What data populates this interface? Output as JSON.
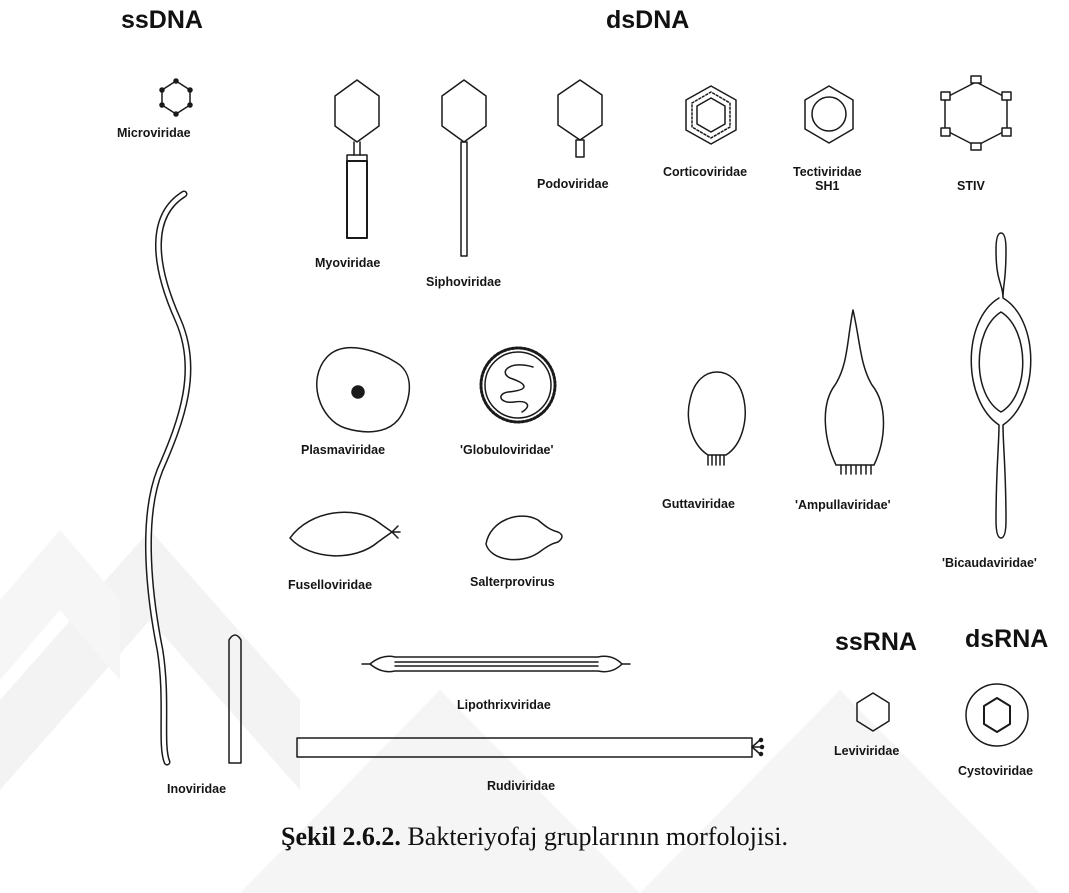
{
  "headings": {
    "ssdna": "ssDNA",
    "dsdna": "dsDNA",
    "ssrna": "ssRNA",
    "dsrna": "dsRNA"
  },
  "families": {
    "microviridae": "Microviridae",
    "myoviridae": "Myoviridae",
    "siphoviridae": "Siphoviridae",
    "podoviridae": "Podoviridae",
    "corticoviridae": "Corticoviridae",
    "tectiviridae": "Tectiviridae",
    "tectiviridae_sub": "SH1",
    "stiv": "STIV",
    "plasmaviridae": "Plasmaviridae",
    "globuloviridae": "'Globuloviridae'",
    "guttaviridae": "Guttaviridae",
    "ampullaviridae": "'Ampullaviridae'",
    "bicaudaviridae": "'Bicaudaviridae'",
    "fuselloviridae": "Fuselloviridae",
    "salterprovirus": "Salterprovirus",
    "lipothrixviridae": "Lipothrixviridae",
    "rudiviridae": "Rudiviridae",
    "inoviridae": "Inoviridae",
    "leviviridae": "Leviviridae",
    "cystoviridae": "Cystoviridae"
  },
  "caption": {
    "label": "Şekil 2.6.2.",
    "text": " Bakteriyofaj gruplarının morfolojisi."
  },
  "colors": {
    "line": "#1a1a1a",
    "watermark": "#f3f3f3",
    "background": "#ffffff"
  }
}
